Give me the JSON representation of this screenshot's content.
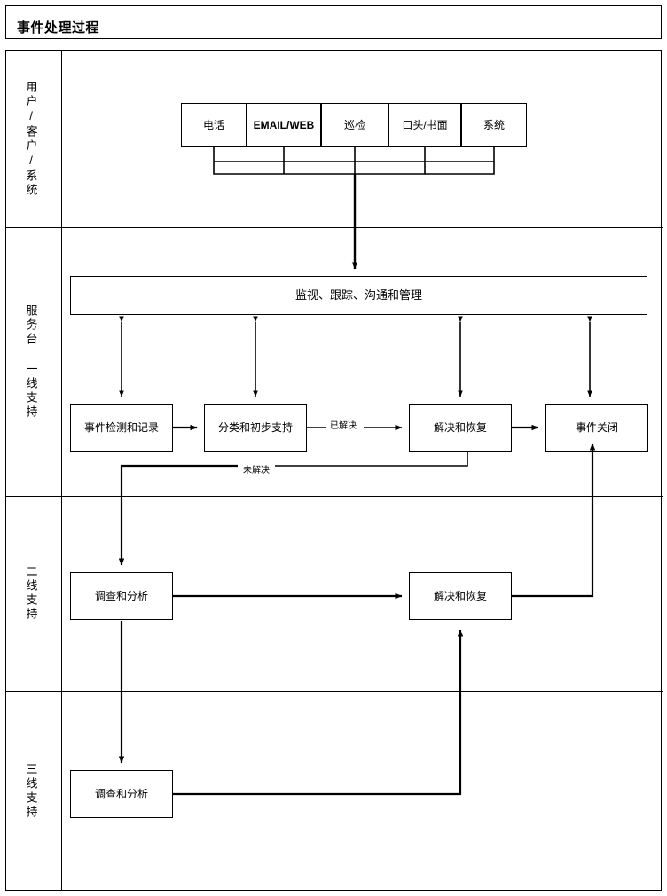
{
  "title": "事件处理过程",
  "lanes": [
    {
      "id": "lane-user",
      "label": "用户/客户/系统"
    },
    {
      "id": "lane-servicedesk",
      "label": "服务台  一线支持"
    },
    {
      "id": "lane-second",
      "label": "二线支持"
    },
    {
      "id": "lane-third",
      "label": "三线支持"
    }
  ],
  "sources": [
    {
      "id": "src-phone",
      "label": "电话"
    },
    {
      "id": "src-email",
      "label": "EMAIL/WEB"
    },
    {
      "id": "src-patrol",
      "label": "巡检"
    },
    {
      "id": "src-verbal",
      "label": "口头/书面"
    },
    {
      "id": "src-system",
      "label": "系统"
    }
  ],
  "management_bar": {
    "label": "监视、跟踪、沟通和管理"
  },
  "first_line": [
    {
      "id": "p-detect",
      "label": "事件检测和记录"
    },
    {
      "id": "p-classify",
      "label": "分类和初步支持"
    },
    {
      "id": "p-resolve1",
      "label": "解决和恢复"
    },
    {
      "id": "p-close",
      "label": "事件关闭"
    }
  ],
  "second_line": [
    {
      "id": "p-investigate2",
      "label": "调查和分析"
    },
    {
      "id": "p-resolve2",
      "label": "解决和恢复"
    }
  ],
  "third_line": [
    {
      "id": "p-investigate3",
      "label": "调查和分析"
    }
  ],
  "edge_labels": {
    "resolved": "已解决",
    "unresolved": "未解决"
  },
  "colors": {
    "line": "#000000",
    "background": "#ffffff",
    "text": "#000000"
  },
  "chart_data": {
    "type": "table",
    "title": "事件处理过程",
    "note": "Swimlane flowchart of incident management process"
  }
}
